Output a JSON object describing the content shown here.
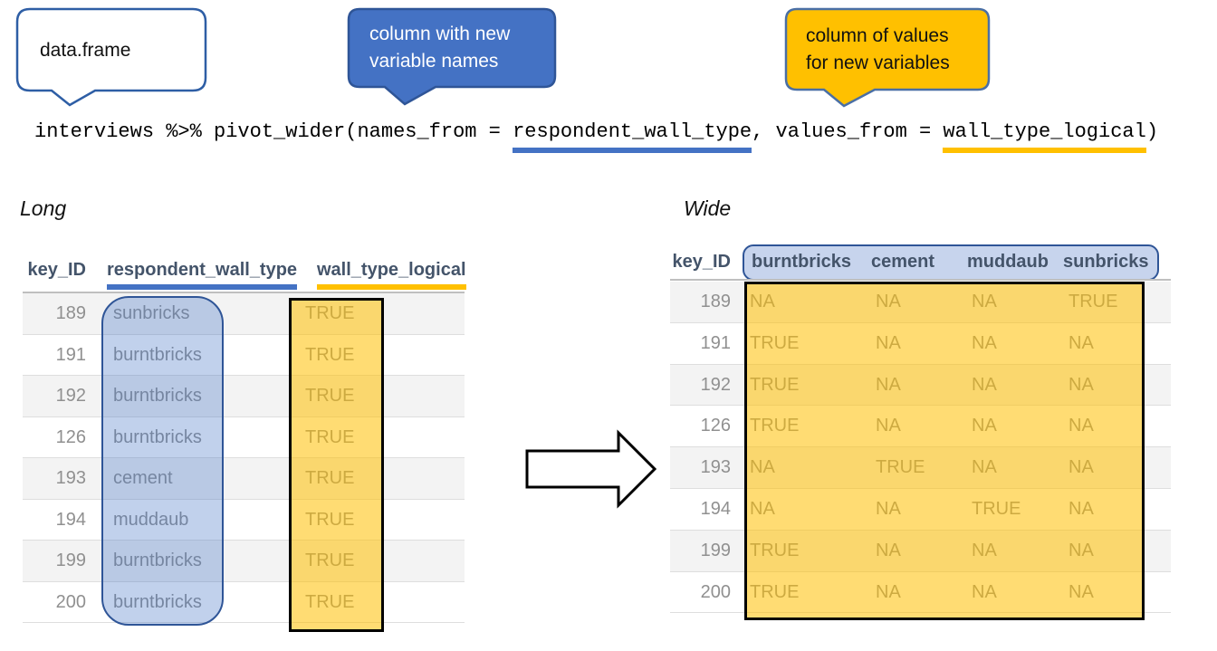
{
  "callouts": {
    "dataframe": {
      "text": "data.frame"
    },
    "names": {
      "line1": "column with new",
      "line2": "variable names"
    },
    "values": {
      "line1": "column of values",
      "line2": "for new variables"
    }
  },
  "code": {
    "part1": "interviews %>% pivot_wider(names_from = ",
    "names_arg": "respondent_wall_type",
    "part2": ", values_from = ",
    "values_arg": "wall_type_logical",
    "part3": ")"
  },
  "long_table": {
    "label": "Long",
    "headers": {
      "key": "key_ID",
      "names": "respondent_wall_type",
      "values": "wall_type_logical"
    },
    "rows": [
      {
        "key": "189",
        "wall_type": "sunbricks",
        "logical": "TRUE"
      },
      {
        "key": "191",
        "wall_type": "burntbricks",
        "logical": "TRUE"
      },
      {
        "key": "192",
        "wall_type": "burntbricks",
        "logical": "TRUE"
      },
      {
        "key": "126",
        "wall_type": "burntbricks",
        "logical": "TRUE"
      },
      {
        "key": "193",
        "wall_type": "cement",
        "logical": "TRUE"
      },
      {
        "key": "194",
        "wall_type": "muddaub",
        "logical": "TRUE"
      },
      {
        "key": "199",
        "wall_type": "burntbricks",
        "logical": "TRUE"
      },
      {
        "key": "200",
        "wall_type": "burntbricks",
        "logical": "TRUE"
      }
    ]
  },
  "wide_table": {
    "label": "Wide",
    "key_header": "key_ID",
    "pivot_headers": [
      "burntbricks",
      "cement",
      "muddaub",
      "sunbricks"
    ],
    "rows": [
      {
        "key": "189",
        "burntbricks": "NA",
        "cement": "NA",
        "muddaub": "NA",
        "sunbricks": "TRUE"
      },
      {
        "key": "191",
        "burntbricks": "TRUE",
        "cement": "NA",
        "muddaub": "NA",
        "sunbricks": "NA"
      },
      {
        "key": "192",
        "burntbricks": "TRUE",
        "cement": "NA",
        "muddaub": "NA",
        "sunbricks": "NA"
      },
      {
        "key": "126",
        "burntbricks": "TRUE",
        "cement": "NA",
        "muddaub": "NA",
        "sunbricks": "NA"
      },
      {
        "key": "193",
        "burntbricks": "NA",
        "cement": "TRUE",
        "muddaub": "NA",
        "sunbricks": "NA"
      },
      {
        "key": "194",
        "burntbricks": "NA",
        "cement": "NA",
        "muddaub": "TRUE",
        "sunbricks": "NA"
      },
      {
        "key": "199",
        "burntbricks": "TRUE",
        "cement": "NA",
        "muddaub": "NA",
        "sunbricks": "NA"
      },
      {
        "key": "200",
        "burntbricks": "TRUE",
        "cement": "NA",
        "muddaub": "NA",
        "sunbricks": "NA"
      }
    ]
  },
  "colors": {
    "accent_blue": "#4472C4",
    "accent_blue_dark": "#2F5597",
    "accent_gold": "#FFC000",
    "header_text": "#44546A",
    "body_text": "#909090"
  }
}
